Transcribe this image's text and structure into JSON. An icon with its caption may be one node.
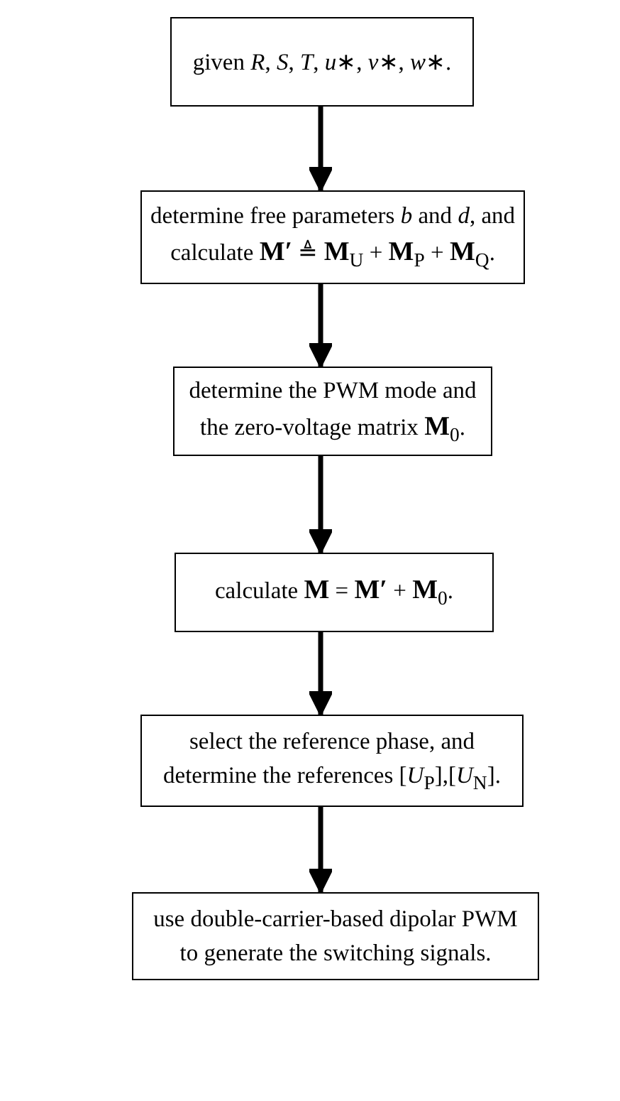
{
  "diagram": {
    "nodes": [
      {
        "text": [
          "given *R*, *S*, *T*, *u*∗, *v*∗, *w*∗."
        ]
      },
      {
        "text": [
          "determine free parameters *b* and *d*, and calculate **M′** ≜ **M**$_{U}$ + **M**$_{P}$ + **M**$_{Q}$."
        ]
      },
      {
        "text": [
          "determine the PWM mode and the zero-voltage matrix **M**$_{0}$."
        ]
      },
      {
        "text": [
          "calculate **M** = **M′** + **M**$_{0}$."
        ]
      },
      {
        "text": [
          "select the reference phase, and determine the references [*U*$_{P}$],[*U*$_{N}$]."
        ]
      },
      {
        "text": [
          "use double-carrier-based dipolar PWM to generate the switching signals."
        ]
      }
    ],
    "edges": [
      {
        "from": 0,
        "to": 1,
        "arrow": "to"
      },
      {
        "from": 1,
        "to": 2,
        "arrow": "to"
      },
      {
        "from": 2,
        "to": 3,
        "arrow": "to"
      },
      {
        "from": 3,
        "to": 4,
        "arrow": "to"
      },
      {
        "from": 4,
        "to": 5,
        "arrow": "to"
      }
    ]
  }
}
